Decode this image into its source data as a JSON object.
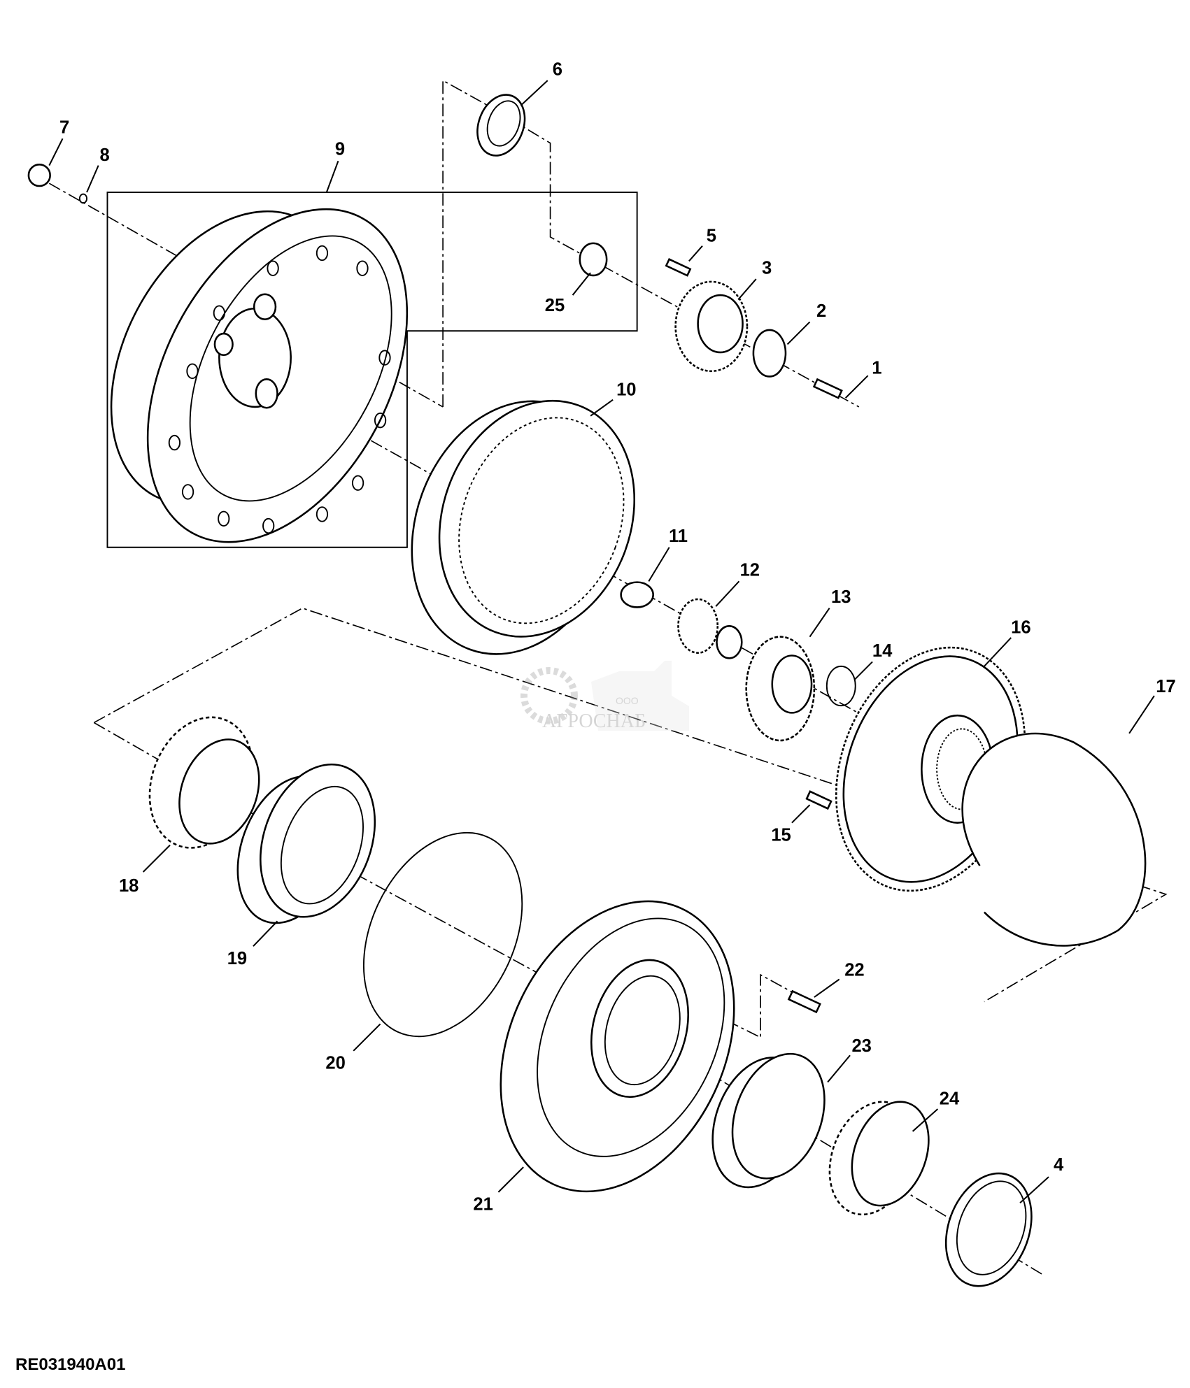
{
  "figure_id": "RE031940A01",
  "watermark": {
    "prefix": "ООО",
    "brand": "АГРОСНАБ"
  },
  "callouts": [
    "1",
    "2",
    "3",
    "4",
    "5",
    "6",
    "7",
    "8",
    "9",
    "10",
    "11",
    "12",
    "13",
    "14",
    "15",
    "16",
    "17",
    "18",
    "19",
    "20",
    "21",
    "22",
    "23",
    "24",
    "25"
  ],
  "colors": {
    "line": "#000000",
    "background": "#ffffff",
    "watermark": "#9a9a9a"
  }
}
